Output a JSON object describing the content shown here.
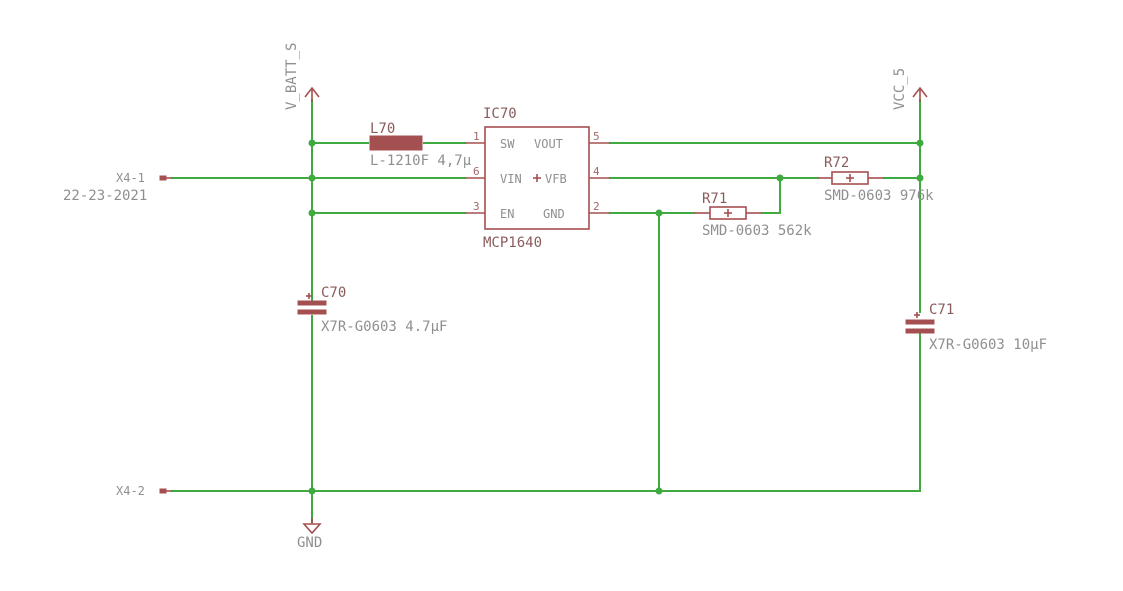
{
  "nets": {
    "vbatt": "V_BATT_S",
    "vcc": "VCC_5",
    "gnd": "GND"
  },
  "ic": {
    "name": "IC70",
    "value": "MCP1640",
    "pins": {
      "sw": {
        "label": "SW",
        "num": "1"
      },
      "vin": {
        "label": "VIN",
        "num": "6"
      },
      "en": {
        "label": "EN",
        "num": "3"
      },
      "vout": {
        "label": "VOUT",
        "num": "5"
      },
      "vfb": {
        "label": "VFB",
        "num": "4"
      },
      "gnd": {
        "label": "GND",
        "num": "2"
      }
    }
  },
  "inductor": {
    "name": "L70",
    "value": "L-1210F 4,7µ"
  },
  "resistors": {
    "r71": {
      "name": "R71",
      "value": "SMD-0603 562k"
    },
    "r72": {
      "name": "R72",
      "value": "SMD-0603 976k"
    }
  },
  "capacitors": {
    "c70": {
      "name": "C70",
      "value": "X7R-G0603 4.7µF"
    },
    "c71": {
      "name": "C71",
      "value": "X7R-G0603 10µF"
    }
  },
  "connectors": {
    "x4_1": {
      "name": "X4-1",
      "value": "22-23-2021"
    },
    "x4_2": {
      "name": "X4-2"
    }
  },
  "colors": {
    "wire": "#3faa3f",
    "symbol": "#a55050",
    "text": "#8f8f8f"
  }
}
